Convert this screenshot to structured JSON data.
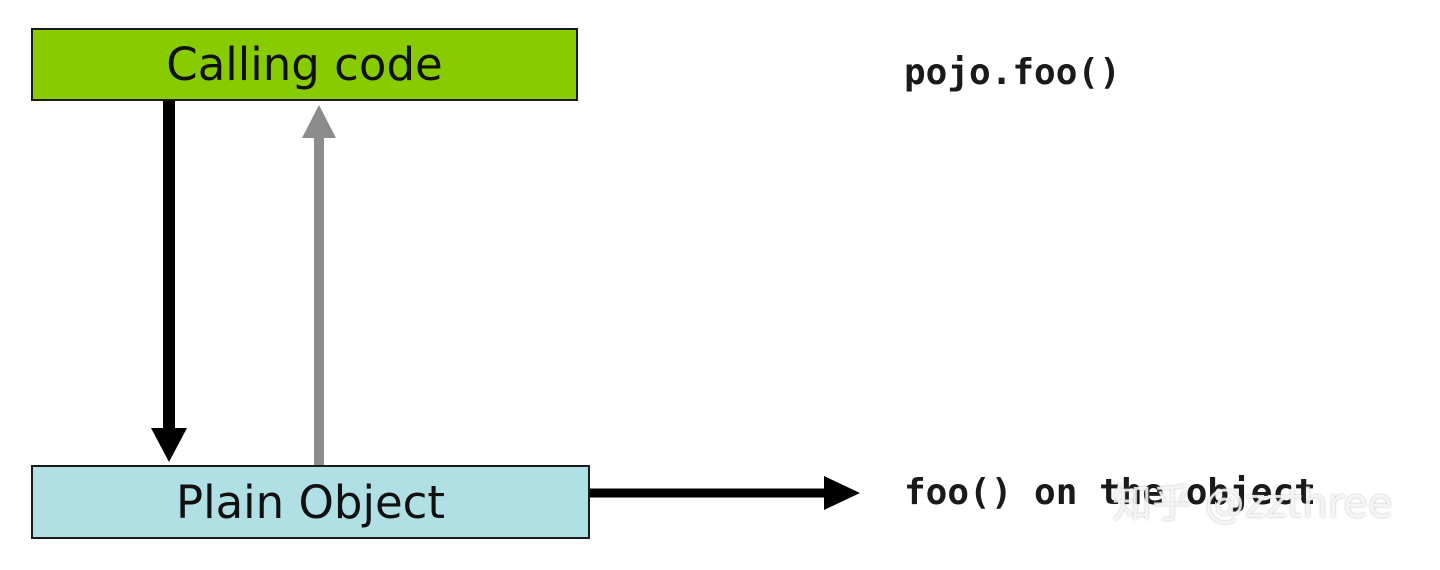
{
  "diagram": {
    "calling_box": {
      "label": "Calling code",
      "fill": "#88cc00"
    },
    "plain_box": {
      "label": "Plain Object",
      "fill": "#b0e0e4"
    },
    "call_label": "pojo.foo()",
    "method_label": "foo() on the object",
    "arrows": {
      "call_color": "#000000",
      "return_color": "#8c8c8c",
      "method_color": "#000000"
    }
  },
  "watermark": "知乎 @zzthree"
}
